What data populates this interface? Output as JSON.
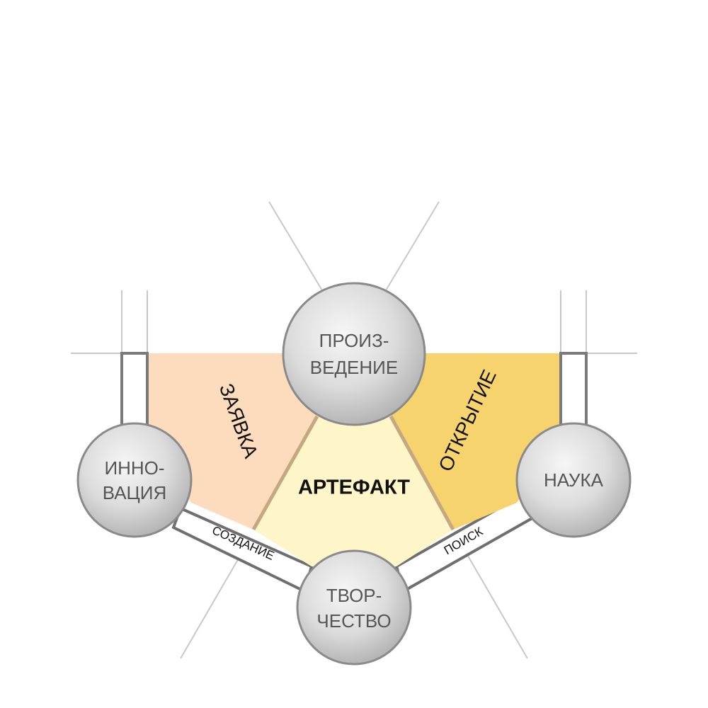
{
  "nodes": {
    "top": {
      "line1": "ПРОИЗ-",
      "line2": "ВЕДЕНИЕ"
    },
    "left": {
      "line1": "ИННО-",
      "line2": "ВАЦИЯ"
    },
    "right": {
      "line1": "НАУКА"
    },
    "bottom": {
      "line1": "ТВОР-",
      "line2": "ЧЕСТВО"
    }
  },
  "sectors": {
    "left": "ЗАЯВКА",
    "right": "ОТКРЫТИЕ",
    "center": "АРТЕФАКТ"
  },
  "edges": {
    "left": "СОЗДАНИЕ",
    "right": "ПОИСК"
  },
  "colors": {
    "sector_left": "#fcdcbd",
    "sector_right": "#f6d36c",
    "sector_center": "#fef5c8",
    "sector_border": "#c4a882",
    "node_fill_light": "#f4f4f4",
    "node_fill_dark": "#b3b3b3",
    "node_stroke": "#8a8a8a",
    "frame": "#777777"
  }
}
